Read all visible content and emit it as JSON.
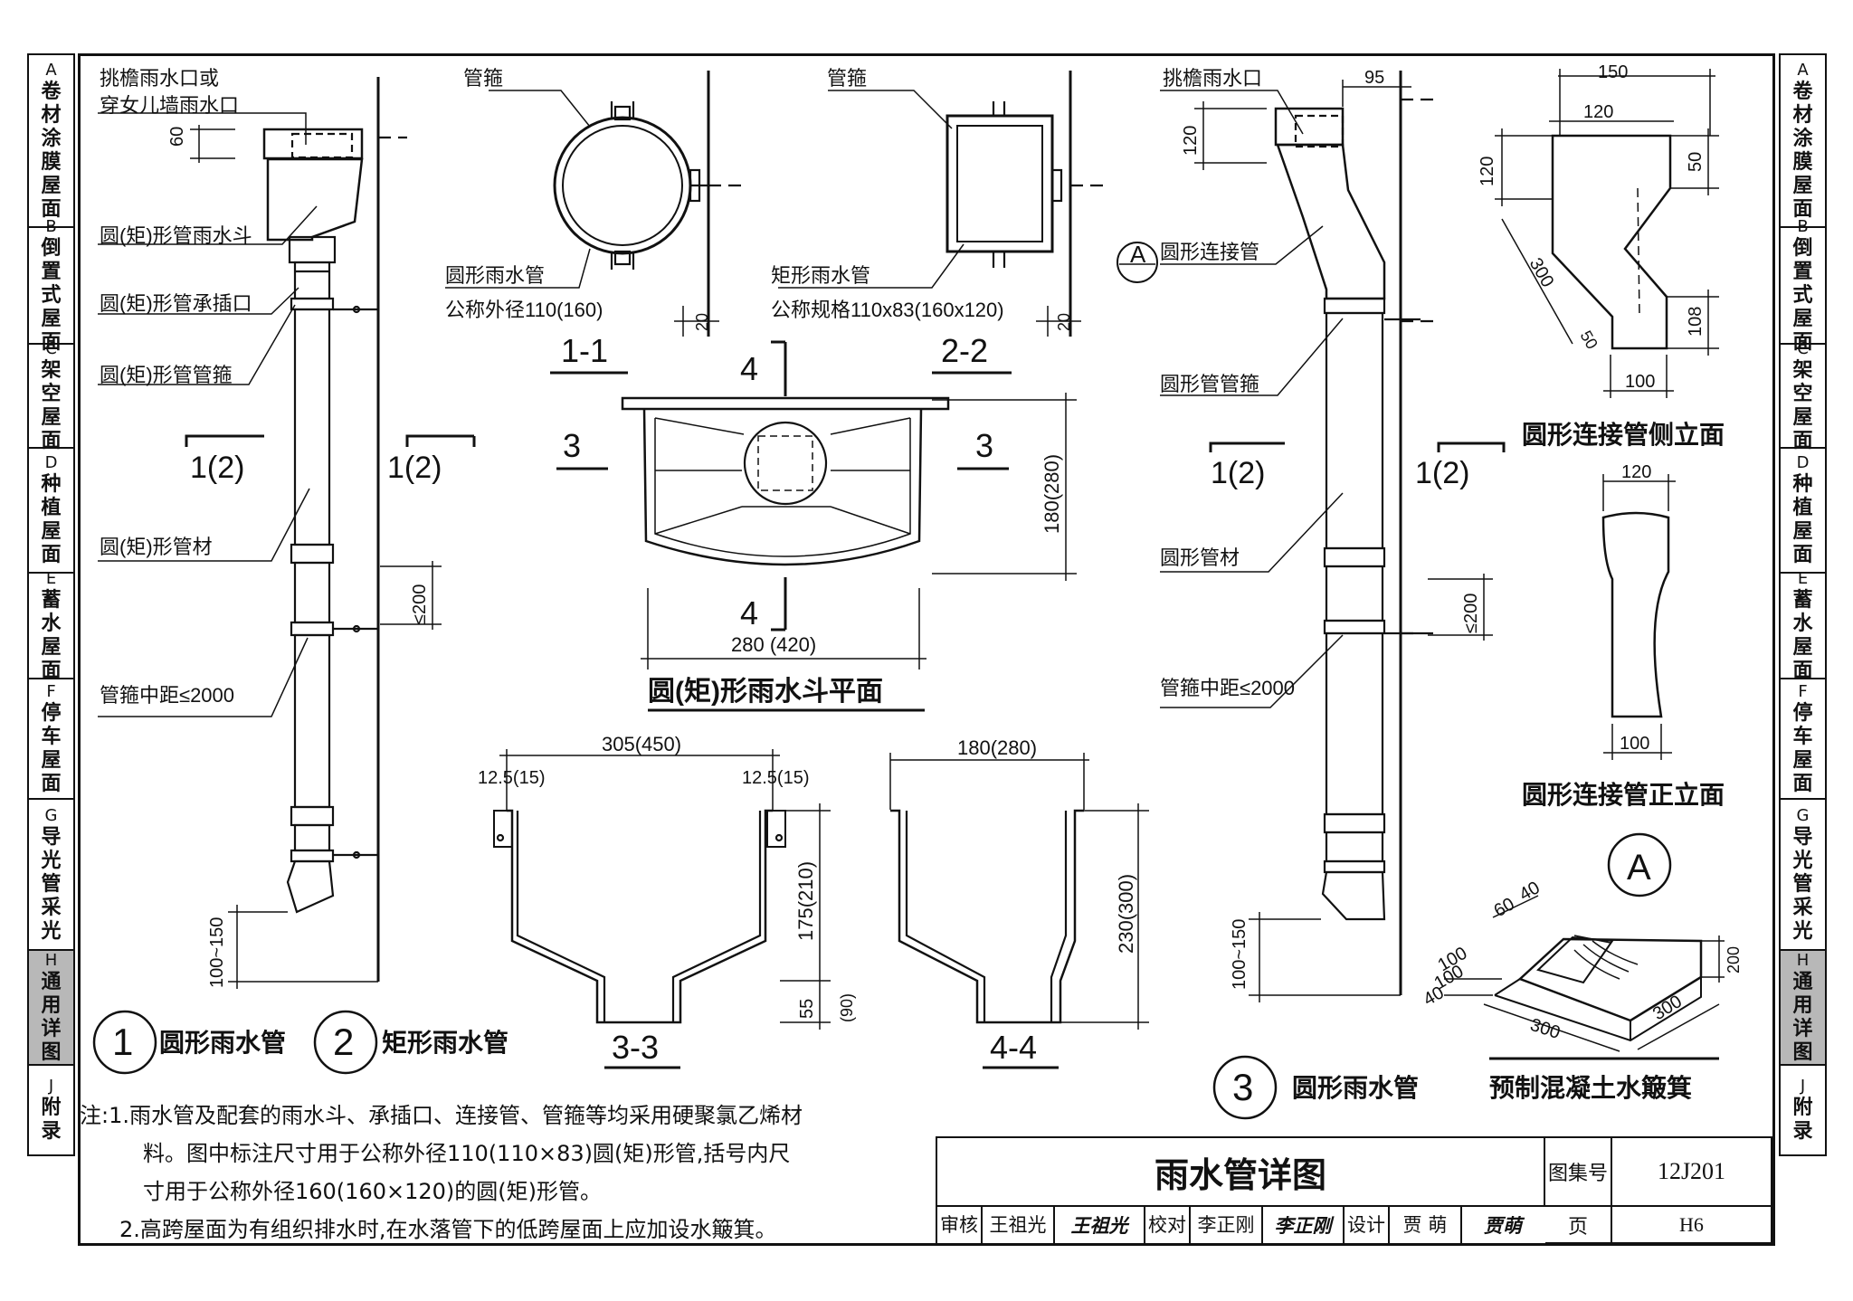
{
  "side_tabs": [
    {
      "letter": "A",
      "name": "卷材涂膜屋面",
      "active": false
    },
    {
      "letter": "B",
      "name": "倒置式屋面",
      "active": false
    },
    {
      "letter": "C",
      "name": "架空屋面",
      "active": false
    },
    {
      "letter": "D",
      "name": "种植屋面",
      "active": false
    },
    {
      "letter": "E",
      "name": "蓄水屋面",
      "active": false
    },
    {
      "letter": "F",
      "name": "停车屋面",
      "active": false
    },
    {
      "letter": "G",
      "name": "导光管采光",
      "active": false
    },
    {
      "letter": "H",
      "name": "通用详图",
      "active": true
    },
    {
      "letter": "J",
      "name": "附录",
      "active": false
    }
  ],
  "detail1": {
    "label_outlet": "挑檐雨水口或",
    "label_outlet2": "穿女儿墙雨水口",
    "label_hopper": "圆(矩)形管雨水斗",
    "label_socket": "圆(矩)形管承插口",
    "label_clamp": "圆(矩)形管管箍",
    "label_pipe": "圆(矩)形管材",
    "label_spacing": "管箍中距≤2000",
    "dim_60": "60",
    "dim_200": "≤200",
    "dim_bottom": "100~150",
    "section_mark_left": "1(2)",
    "section_mark_right": "1(2)",
    "title1_num": "1",
    "title1": "圆形雨水管",
    "title2_num": "2",
    "title2": "矩形雨水管"
  },
  "section11": {
    "label_clamp": "管箍",
    "label_pipe": "圆形雨水管",
    "label_size": "公称外径110(160)",
    "dim_20": "20",
    "title": "1-1"
  },
  "section22": {
    "label_clamp": "管箍",
    "label_pipe": "矩形雨水管",
    "label_size": "公称规格110x83(160x120)",
    "dim_20": "20",
    "title": "2-2"
  },
  "plan": {
    "mark4": "4",
    "mark3": "3",
    "dim_depth": "180(280)",
    "dim_width": "280 (420)",
    "title": "圆(矩)形雨水斗平面"
  },
  "section33": {
    "dim_top": "305(450)",
    "dim_l": "12.5(15)",
    "dim_r": "12.5(15)",
    "dim_h1": "175(210)",
    "dim_h2": "55",
    "dim_h2b": "(90)",
    "title": "3-3"
  },
  "section44": {
    "dim_top": "180(280)",
    "dim_h": "230(300)",
    "title": "4-4"
  },
  "detail3": {
    "label_outlet": "挑檐雨水口",
    "dim_95": "95",
    "dim_120": "120",
    "callout_A": "A",
    "label_connector": "圆形连接管",
    "label_clamp": "圆形管管箍",
    "label_pipe": "圆形管材",
    "label_spacing": "管箍中距≤2000",
    "dim_200": "≤200",
    "dim_bottom": "100~150",
    "section_mark_left": "1(2)",
    "section_mark_right": "1(2)",
    "title_num": "3",
    "title": "圆形雨水管"
  },
  "connector_side": {
    "dim_150": "150",
    "dim_120": "120",
    "dim_120v": "120",
    "dim_50": "50",
    "dim_300": "300",
    "dim_50b": "50",
    "dim_108": "108",
    "dim_100": "100",
    "title": "圆形连接管侧立面"
  },
  "connector_front": {
    "dim_120": "120",
    "dim_100": "100",
    "title": "圆形连接管正立面"
  },
  "splash_block": {
    "callout": "A",
    "dim_60": "60",
    "dim_40": "40",
    "dim_100": "100",
    "dim_100b": "100",
    "dim_40b": "40",
    "dim_300a": "300",
    "dim_300b": "300",
    "dim_200": "200",
    "title": "预制混凝土水簸箕"
  },
  "notes": {
    "line1": "注:1.雨水管及配套的雨水斗、承插口、连接管、管箍等均采用硬聚氯乙烯材",
    "line1b": "料。图中标注尺寸用于公称外径110(110×83)圆(矩)形管,括号内尺",
    "line1c": "寸用于公称外径160(160×120)的圆(矩)形管。",
    "line2": "2.高跨屋面为有组织排水时,在水落管下的低跨屋面上应加设水簸箕。"
  },
  "titleblock": {
    "title": "雨水管详图",
    "atlas_label": "图集号",
    "atlas_no": "12J201",
    "page_label": "页",
    "page_no": "H6",
    "review_label": "审核",
    "review_name": "王祖光",
    "review_sig": "王祖光",
    "check_label": "校对",
    "check_name": "李正刚",
    "check_sig": "李正刚",
    "design_label": "设计",
    "design_name": "贾  萌",
    "design_sig": "贾萌"
  }
}
